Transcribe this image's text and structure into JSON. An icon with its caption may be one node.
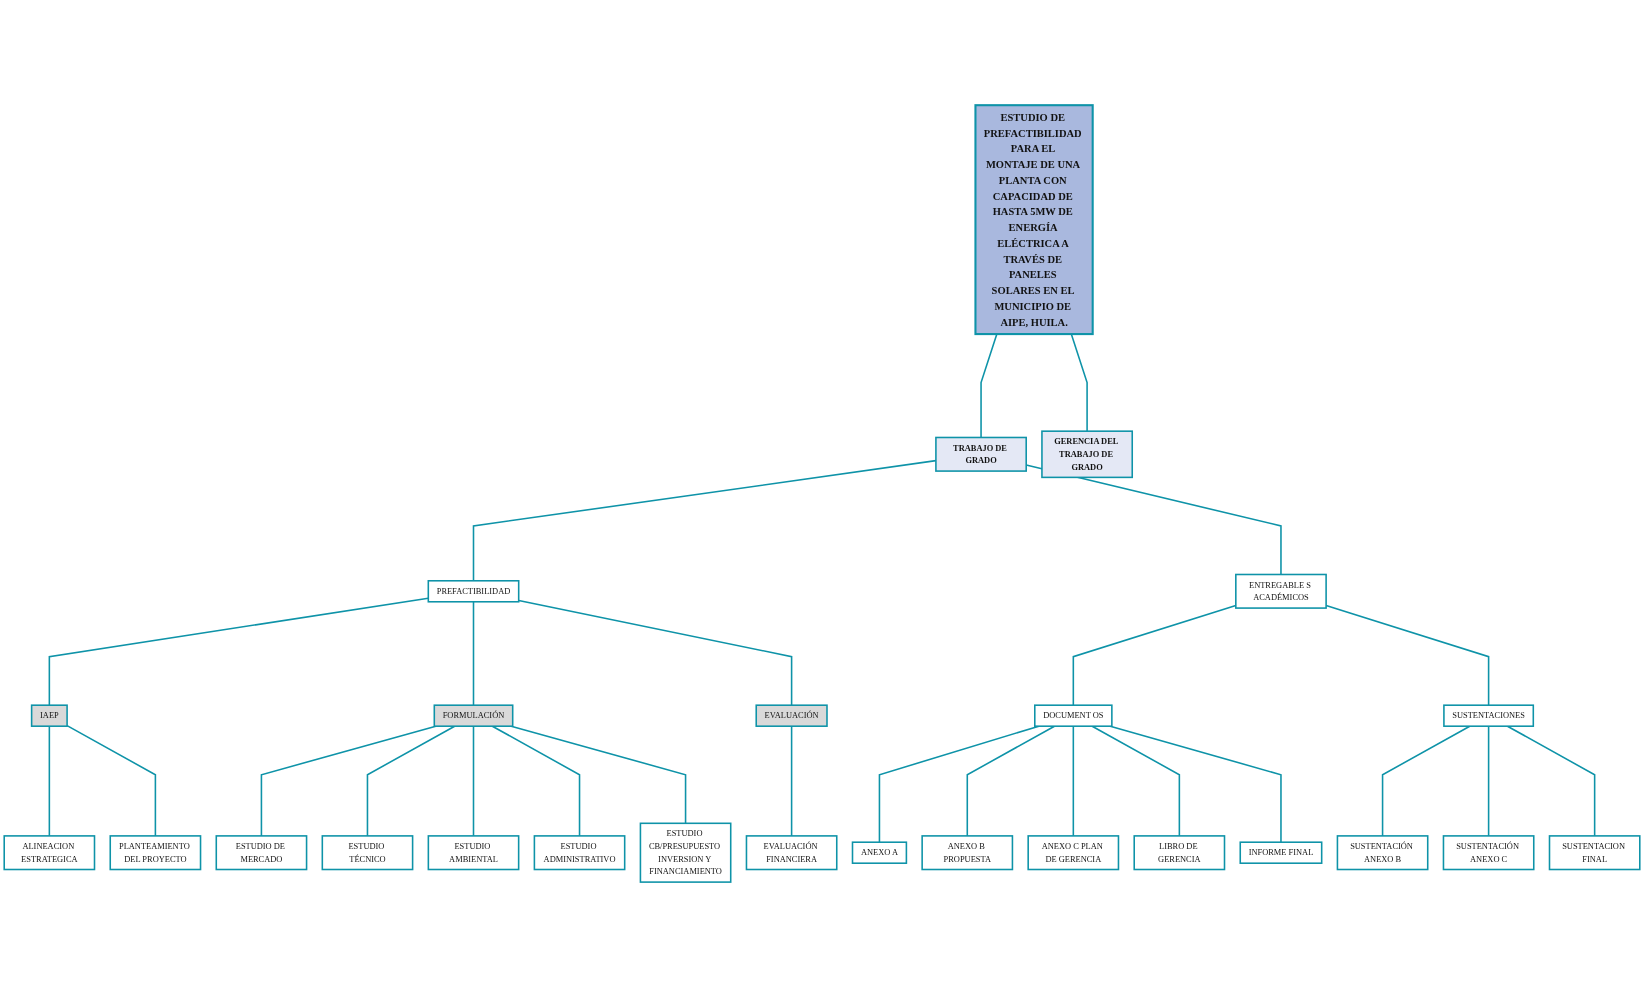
{
  "diagram": {
    "nodes": [
      {
        "text": [
          "ESTUDIO DE PREFACTIBILIDAD PARA EL MONTAJE DE UNA PLANTA CON CAPACIDAD DE HASTA 5MW DE ENERGÍA ELÉCTRICA A TRAVÉS DE PANELES SOLARES EN EL MUNICIPIO DE AIPE, HUILA."
        ]
      },
      {
        "text": [
          "GERENCIA DEL TRABAJO DE GRADO"
        ]
      },
      {
        "text": [
          "TRABAJO DE GRADO"
        ]
      },
      {
        "text": [
          "PREFACTIBILIDAD"
        ]
      },
      {
        "text": [
          "ENTREGABLE S ACADÉMICOS"
        ]
      },
      {
        "text": [
          "IAEP"
        ]
      },
      {
        "text": [
          "ALINEACION ESTRATEGICA"
        ]
      },
      {
        "text": [
          "PLANTEAMIENTO DEL PROYECTO"
        ]
      },
      {
        "text": [
          "FORMULACIÓN"
        ]
      },
      {
        "text": [
          "ESTUDIO DE MERCADO"
        ]
      },
      {
        "text": [
          "ESTUDIO TÉCNICO"
        ]
      },
      {
        "text": [
          "ESTUDIO AMBIENTAL"
        ]
      },
      {
        "text": [
          "ESTUDIO ADMINISTRATIVO"
        ]
      },
      {
        "text": [
          "ESTUDIO CB/PRESUPUESTO INVERSION Y FINANCIAMIENTO"
        ]
      },
      {
        "text": [
          "EVALUACIÓN"
        ]
      },
      {
        "text": [
          "EVALUACIÓN FINANCIERA"
        ]
      },
      {
        "text": [
          "DOCUMENT OS"
        ]
      },
      {
        "text": [
          "ANEXO A"
        ]
      },
      {
        "text": [
          "ANEXO B PROPUESTA"
        ]
      },
      {
        "text": [
          "ANEXO C PLAN DE GERENCIA"
        ]
      },
      {
        "text": [
          "LIBRO DE GERENCIA"
        ]
      },
      {
        "text": [
          "INFORME FINAL"
        ]
      },
      {
        "text": [
          "SUSTENTACIONES"
        ]
      },
      {
        "text": [
          "SUSTENTACIÓN ANEXO B"
        ]
      },
      {
        "text": [
          "SUSTENTACIÓN ANEXO C"
        ]
      },
      {
        "text": [
          "SUSTENTACION FINAL"
        ]
      }
    ],
    "edges": [
      {
        "from": 0,
        "to": 1,
        "arrow": "none"
      },
      {
        "from": 0,
        "to": 2,
        "arrow": "none"
      },
      {
        "from": 2,
        "to": 3,
        "arrow": "none"
      },
      {
        "from": 2,
        "to": 4,
        "arrow": "none"
      },
      {
        "from": 3,
        "to": 5,
        "arrow": "none"
      },
      {
        "from": 3,
        "to": 8,
        "arrow": "none"
      },
      {
        "from": 3,
        "to": 14,
        "arrow": "none"
      },
      {
        "from": 5,
        "to": 6,
        "arrow": "none"
      },
      {
        "from": 5,
        "to": 7,
        "arrow": "none"
      },
      {
        "from": 8,
        "to": 9,
        "arrow": "none"
      },
      {
        "from": 8,
        "to": 10,
        "arrow": "none"
      },
      {
        "from": 8,
        "to": 11,
        "arrow": "none"
      },
      {
        "from": 8,
        "to": 12,
        "arrow": "none"
      },
      {
        "from": 8,
        "to": 13,
        "arrow": "none"
      },
      {
        "from": 14,
        "to": 15,
        "arrow": "none"
      },
      {
        "from": 4,
        "to": 16,
        "arrow": "none"
      },
      {
        "from": 4,
        "to": 22,
        "arrow": "none"
      },
      {
        "from": 16,
        "to": 17,
        "arrow": "none"
      },
      {
        "from": 16,
        "to": 18,
        "arrow": "none"
      },
      {
        "from": 16,
        "to": 19,
        "arrow": "none"
      },
      {
        "from": 16,
        "to": 20,
        "arrow": "none"
      },
      {
        "from": 16,
        "to": 21,
        "arrow": "none"
      },
      {
        "from": 22,
        "to": 23,
        "arrow": "none"
      },
      {
        "from": 22,
        "to": 24,
        "arrow": "none"
      },
      {
        "from": 22,
        "to": 25,
        "arrow": "none"
      }
    ]
  }
}
